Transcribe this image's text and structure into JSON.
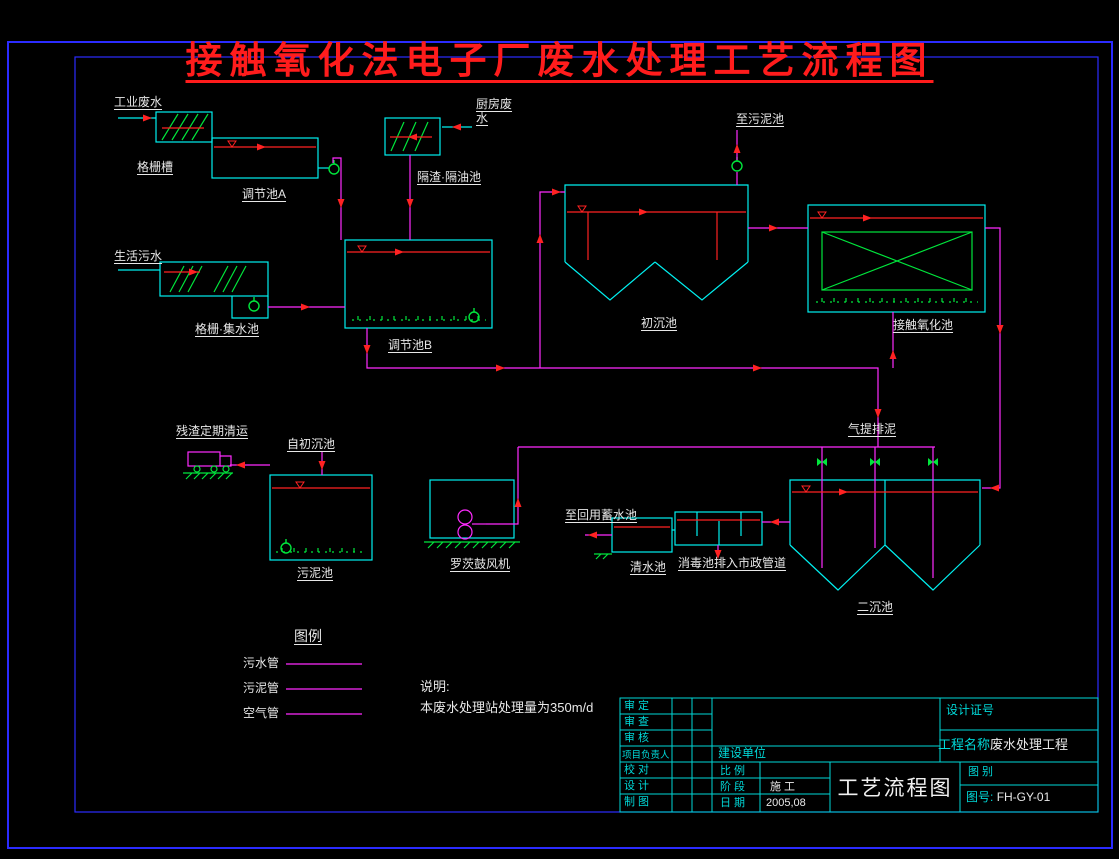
{
  "title": "接触氧化法电子厂废水处理工艺流程图",
  "labels": {
    "industrial_ww": "工业废水",
    "grid_channel": "格栅槽",
    "tank_a": "调节池A",
    "kitchen_ww": "厨房废水",
    "oil_separator": "隔渣·隔油池",
    "domestic_ww": "生活污水",
    "grid_sump": "格栅·集水池",
    "tank_b": "调节池B",
    "primary_tank": "初沉池",
    "contact_tank": "接触氧化池",
    "to_sludge_tank": "至污泥池",
    "residue_removal": "残渣定期清运",
    "from_primary": "自初沉池",
    "sludge_tank": "污泥池",
    "roots_blower": "罗茨鼓风机",
    "to_reuse": "至回用蓄水池",
    "clear_tank": "清水池",
    "disinfect_tank": "消毒池排入市政管道",
    "airlift_sludge": "气提排泥",
    "secondary_tank": "二沉池"
  },
  "legend": {
    "title": "图例",
    "items": [
      {
        "label": "污水管"
      },
      {
        "label": "污泥管"
      },
      {
        "label": "空气管"
      }
    ]
  },
  "note": {
    "title": "说明:",
    "body": "本废水处理站处理量为350m/d"
  },
  "title_block": {
    "rows": [
      "审 定",
      "审 查",
      "审 核",
      "项目负责人",
      "校 对",
      "设 计",
      "制 图"
    ],
    "construction_unit": "建设单位",
    "scale_label": "比 例",
    "stage_label": "阶 段",
    "stage_value": "施 工",
    "date_label": "日 期",
    "date_value": "2005,08",
    "cert_label": "设计证号",
    "project_label": "工程名称",
    "project_value": "废水处理工程",
    "drawing_title": "工艺流程图",
    "category_label": "图 别",
    "number_label": "图号:",
    "number_value": "FH-GY-01"
  },
  "colors": {
    "background": "#000000",
    "border_blue": "#2b2bff",
    "tank_cyan": "#00f0f0",
    "flow_red": "#ff2222",
    "pipe_magenta": "#ff2bff",
    "equipment_green": "#00e63c",
    "title_red": "#ff1c1c"
  }
}
